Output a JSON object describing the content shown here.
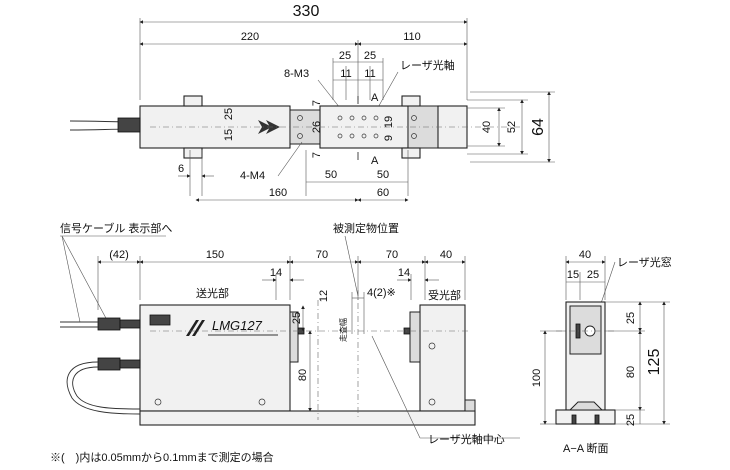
{
  "top_view": {
    "overall": "330",
    "d220": "220",
    "d110": "110",
    "d25a": "25",
    "d25b": "25",
    "d11a": "11",
    "d11b": "11",
    "m3": "8-M3",
    "laser_axis": "レーザ光軸",
    "sec_a_top": "A",
    "sec_a_bot": "A",
    "d7a": "7",
    "d7b": "7",
    "d15": "15",
    "d25v": "25",
    "d26": "26",
    "d19": "19",
    "d9": "9",
    "d40": "40",
    "d52": "52",
    "d64": "64",
    "d6": "6",
    "m4": "4-M4",
    "d50a": "50",
    "d50b": "50",
    "d160": "160",
    "d60": "60"
  },
  "front_view": {
    "cable_note": "信号ケーブル 表示部へ",
    "measured_pos": "被測定物位置",
    "d42": "(42)",
    "d150": "150",
    "d70a": "70",
    "d70b": "70",
    "d40": "40",
    "d14a": "14",
    "d14b": "14",
    "d12": "12",
    "d4": "4(2)※",
    "d25": "25",
    "d80": "80",
    "scan_width": "走査幅",
    "transmitter": "送光部",
    "receiver": "受光部",
    "brand": "LMG127",
    "laser_center": "レーザ光軸中心",
    "footnote": "※(　)内は0.05mmから0.1mmまで測定の場合"
  },
  "section_view": {
    "d40": "40",
    "d15": "15",
    "d25": "25",
    "window": "レーザ光窓",
    "d25r": "25",
    "d80": "80",
    "d25b": "25",
    "d100": "100",
    "d125": "125",
    "caption": "A−A 断面"
  }
}
